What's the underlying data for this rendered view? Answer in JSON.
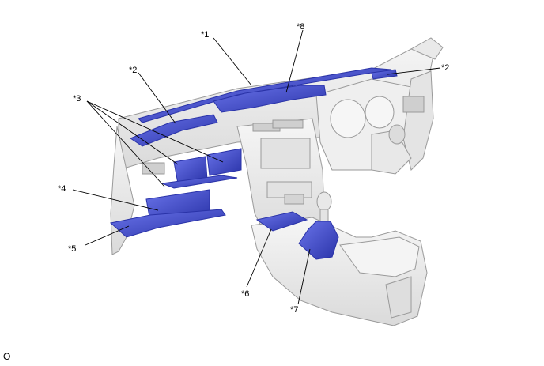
{
  "callouts": [
    "*1",
    "*2",
    "*2",
    "*3",
    "*4",
    "*5",
    "*6",
    "*7",
    "*8"
  ],
  "footer_code": "O",
  "colors": {
    "part_fill": "#3f4bd6",
    "part_dark": "#2a33a8",
    "body_fill": "#ececec",
    "body_line": "#9a9a9a",
    "leader": "#000000"
  }
}
